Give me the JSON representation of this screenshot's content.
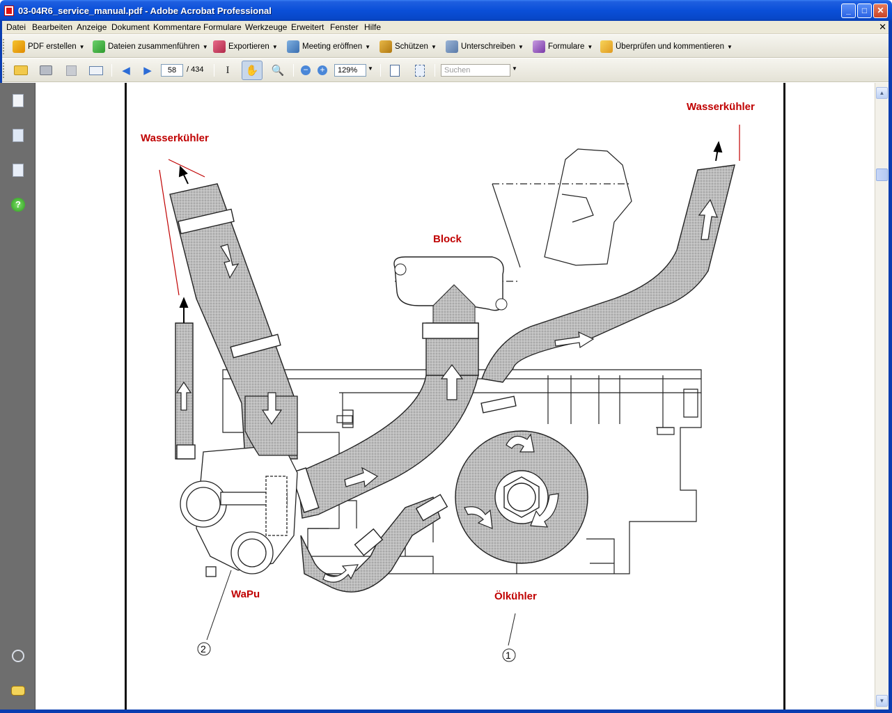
{
  "window": {
    "title": "03-04R6_service_manual.pdf - Adobe Acrobat Professional"
  },
  "menu": [
    "Datei",
    "Bearbeiten",
    "Anzeige",
    "Dokument",
    "Kommentare",
    "Formulare",
    "Werkzeuge",
    "Erweitert",
    "Fenster",
    "Hilfe"
  ],
  "tasks": [
    "PDF erstellen",
    "Dateien zusammenführen",
    "Exportieren",
    "Meeting eröffnen",
    "Schützen",
    "Unterschreiben",
    "Formulare",
    "Überprüfen und kommentieren"
  ],
  "nav": {
    "page": "58",
    "total": "/ 434",
    "zoom": "129%",
    "search_placeholder": "Suchen"
  },
  "diagram": {
    "labels": {
      "radiator_left": "Wasserkühler",
      "radiator_right": "Wasserkühler",
      "block": "Block",
      "pump": "WaPu",
      "oil_cooler": "Ölkühler"
    },
    "callouts": [
      "2",
      "1"
    ]
  }
}
